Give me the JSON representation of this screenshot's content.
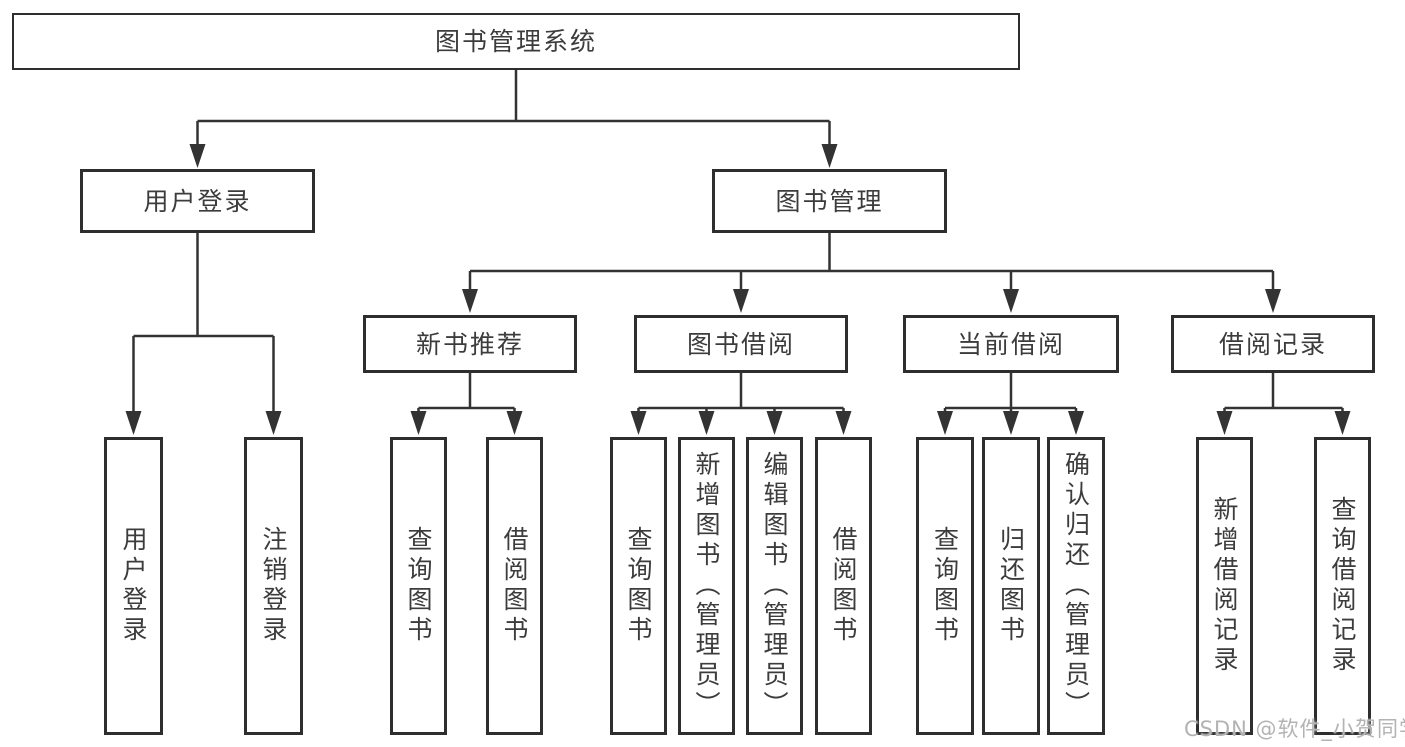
{
  "tree": {
    "root": {
      "label": "图书管理系统"
    },
    "branches": [
      {
        "label": "用户登录",
        "children": [
          {
            "label": "用户登录"
          },
          {
            "label": "注销登录"
          }
        ]
      },
      {
        "label": "图书管理",
        "children": [
          {
            "label": "新书推荐",
            "children": [
              {
                "label": "查询图书"
              },
              {
                "label": "借阅图书"
              }
            ]
          },
          {
            "label": "图书借阅",
            "children": [
              {
                "label": "查询图书"
              },
              {
                "label": "新增图书（管理员）"
              },
              {
                "label": "编辑图书（管理员）"
              },
              {
                "label": "借阅图书"
              }
            ]
          },
          {
            "label": "当前借阅",
            "children": [
              {
                "label": "查询图书"
              },
              {
                "label": "归还图书"
              },
              {
                "label": "确认归还（管理员）"
              }
            ]
          },
          {
            "label": "借阅记录",
            "children": [
              {
                "label": "新增借阅记录"
              },
              {
                "label": "查询借阅记录"
              }
            ]
          }
        ]
      }
    ]
  },
  "watermark": {
    "text": "CSDN @软件_小贺同学"
  },
  "colors": {
    "background": "#ffffff",
    "line": "#333333",
    "box_border": "#2e2e2e",
    "text": "#3c3c3c",
    "watermark": "#b3b3b3"
  }
}
